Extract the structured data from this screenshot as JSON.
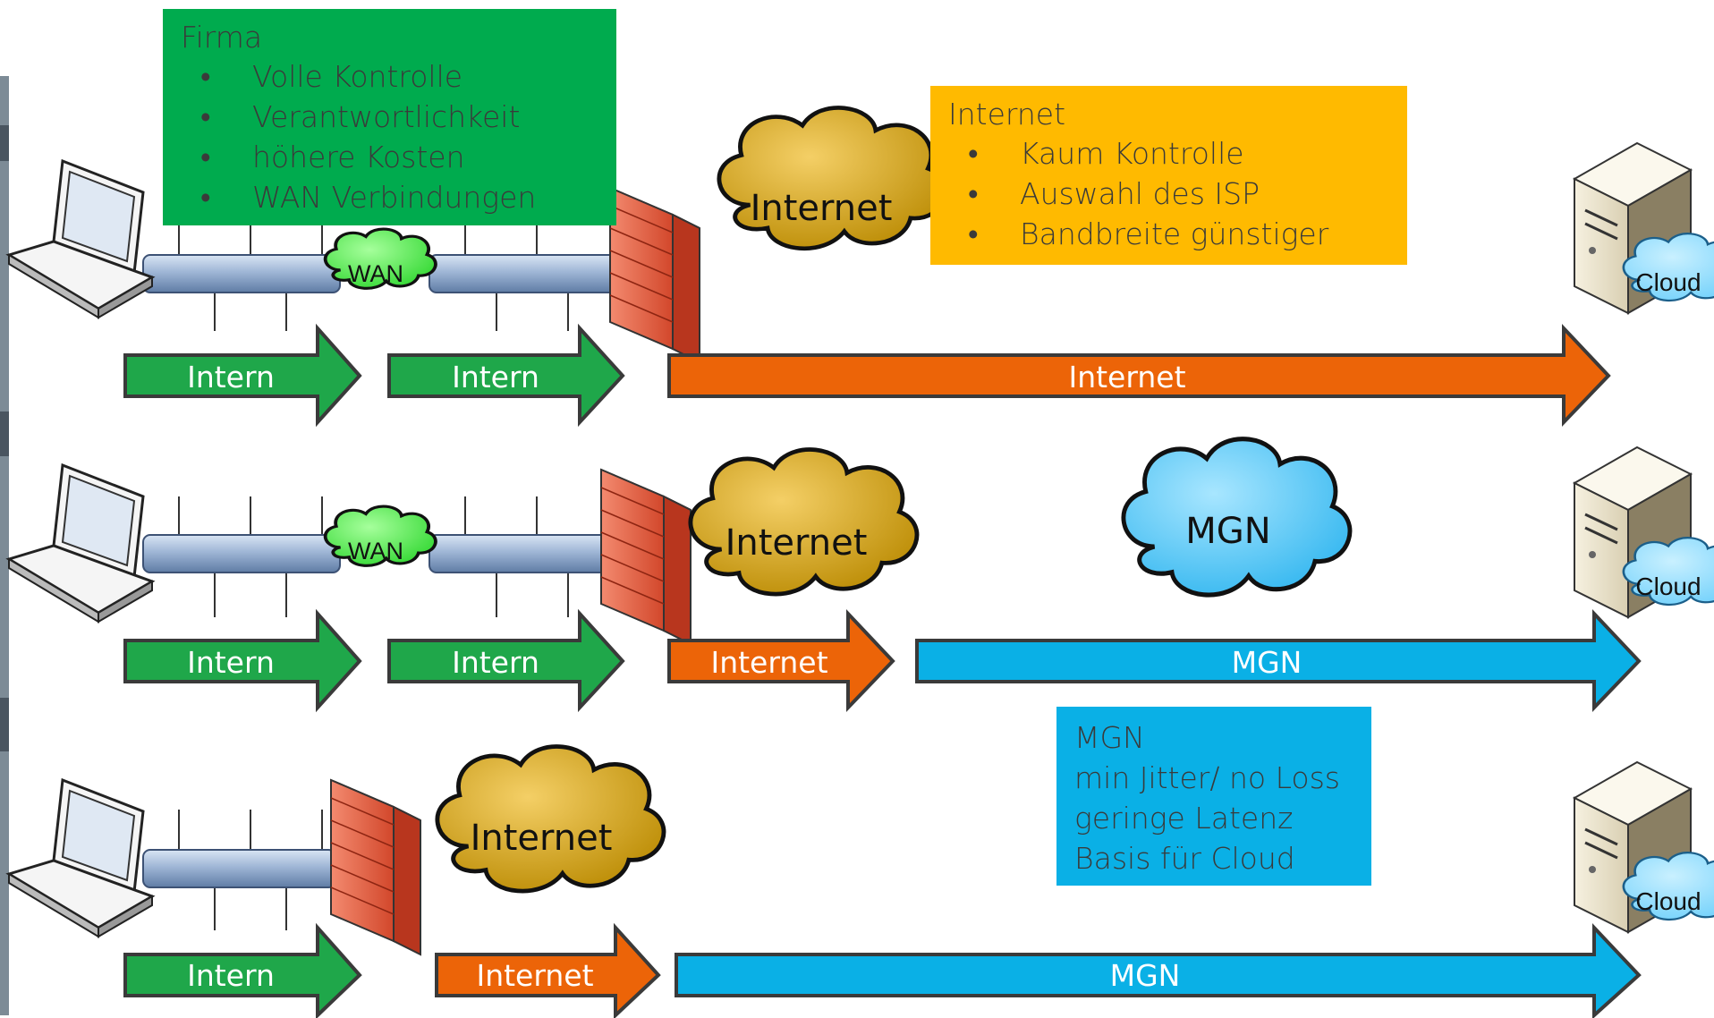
{
  "boxes": {
    "firma": {
      "title": "Firma",
      "items": [
        "Volle Kontrolle",
        "Verantwortlichkeit",
        "höhere Kosten",
        "WAN Verbindungen"
      ]
    },
    "internet": {
      "title": "Internet",
      "items": [
        "Kaum Kontrolle",
        "Auswahl des ISP",
        "Bandbreite günstiger"
      ]
    },
    "mgn": {
      "lines": [
        "MGN",
        "min Jitter/ no Loss",
        "geringe Latenz",
        "Basis für Cloud"
      ]
    }
  },
  "clouds": {
    "wan": "WAN",
    "internet": "Internet",
    "mgn": "MGN",
    "cloud": "Cloud"
  },
  "arrows": {
    "row1": [
      "Intern",
      "Intern",
      "Internet"
    ],
    "row2": [
      "Intern",
      "Intern",
      "Internet",
      "MGN"
    ],
    "row3": [
      "Intern",
      "Internet",
      "MGN"
    ]
  },
  "colors": {
    "intern": "#1fa74a",
    "internet_arrow": "#ec6408",
    "mgn_arrow": "#0ab0e6",
    "internet_cloud": "#d7a200",
    "mgn_cloud": "#55c8f5",
    "wan_cloud": "#44e244",
    "cloud_small": "#8fdcff"
  }
}
